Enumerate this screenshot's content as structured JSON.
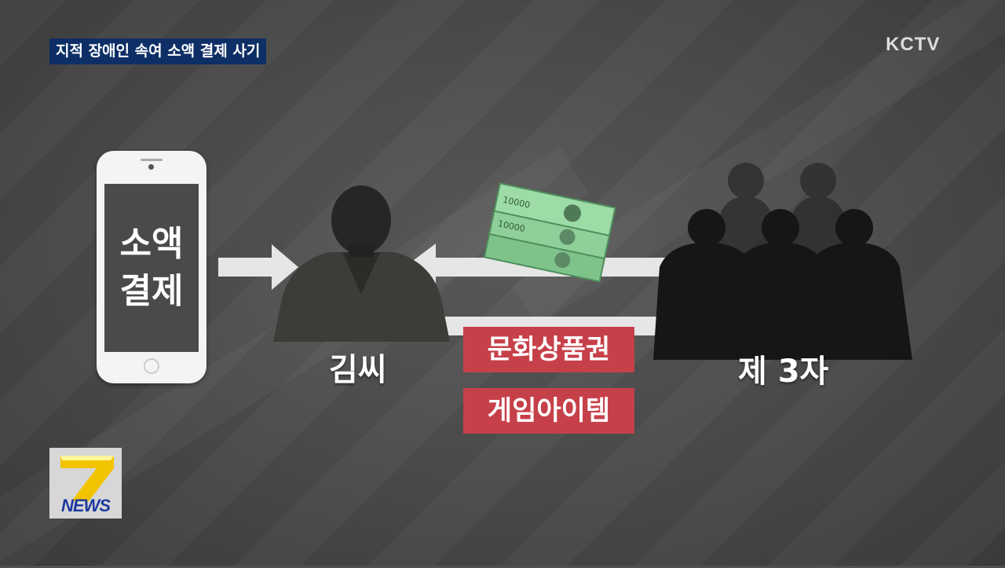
{
  "headline": "지적 장애인 속여 소액 결제 사기",
  "broadcaster": "KCTV",
  "phone": {
    "line1": "소액",
    "line2": "결제"
  },
  "person_label": "김씨",
  "third_party_label": "제 3자",
  "items": [
    "문화상품권",
    "게임아이템"
  ],
  "banknote_value": "10000",
  "logo": {
    "number": "7",
    "word": "NEWS"
  },
  "colors": {
    "headline_bg": "#0e2f66",
    "tag_bg": "#c6404a",
    "arrow": "#e6e6e6",
    "background": "#505050"
  }
}
